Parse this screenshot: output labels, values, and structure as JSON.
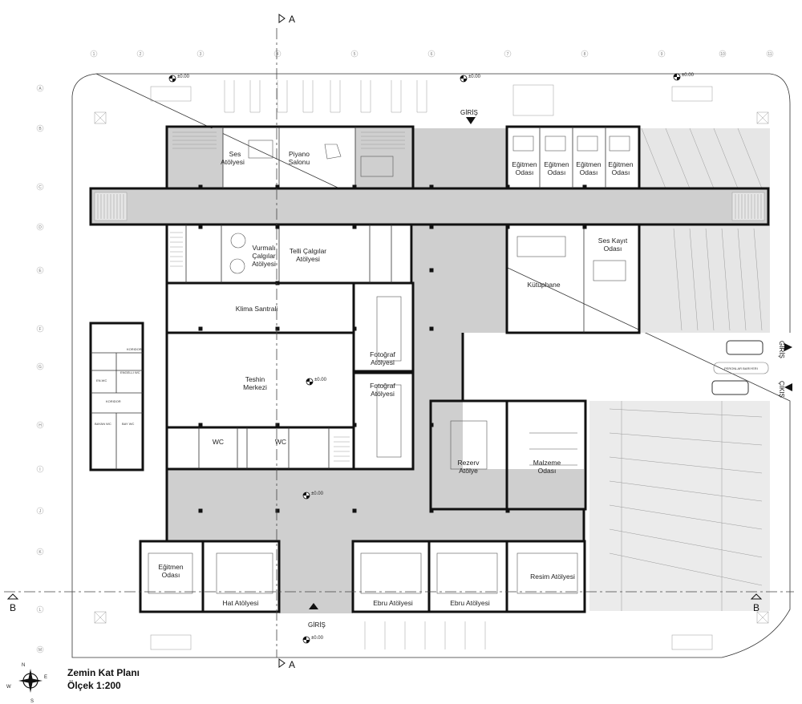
{
  "title": "Zemin Kat Planı",
  "scale": "Ölçek  1:200",
  "section_marks": {
    "a": "A",
    "b": "B"
  },
  "entrances": {
    "giris": "GİRİŞ",
    "cikis": "ÇIKIŞ"
  },
  "level": "±0.00",
  "compass": {
    "n": "N",
    "s": "S",
    "e": "E",
    "w": "W"
  },
  "grid_columns": [
    "1",
    "2",
    "3",
    "4",
    "5",
    "6",
    "7",
    "8",
    "9",
    "10",
    "11"
  ],
  "grid_rows": [
    "A",
    "B",
    "C",
    "D",
    "E",
    "F",
    "G",
    "H",
    "I",
    "J",
    "K",
    "L",
    "M"
  ],
  "rooms": {
    "ses_atolyesi": [
      "Ses",
      "Atölyesi"
    ],
    "piyano_salonu": [
      "Piyano",
      "Salonu"
    ],
    "egitmen_odasi": [
      "Eğitmen",
      "Odası"
    ],
    "vurmali": [
      "Vurmalı",
      "Çalgılar",
      "Atölyesi"
    ],
    "telli": [
      "Telli Çalgılar",
      "Atölyesi"
    ],
    "kutuphane": "Kütüphane",
    "ses_kayit": [
      "Ses Kayıt",
      "Odası"
    ],
    "klima": "Klima Santrali",
    "teshin": [
      "Teshin",
      "Merkezi"
    ],
    "fotograf": [
      "Fotoğraf",
      "Atölyesi"
    ],
    "wc": "WC",
    "rezerv": [
      "Rezerv",
      "Atölye"
    ],
    "malzeme": [
      "Malzeme",
      "Odası"
    ],
    "hat": "Hat Atölyesi",
    "ebru": "Ebru Atölyesi",
    "resim": "Resim Atölyesi"
  },
  "annex_labels": {
    "koridor": "KORIDOR",
    "engelli_wc": "ENGELLI WC",
    "bay_wc": "BAY WC",
    "bayan_wc": "BAYAN WC",
    "en_wc": "EN.WC"
  },
  "gate_label": "PERONLAR BARIYERI"
}
